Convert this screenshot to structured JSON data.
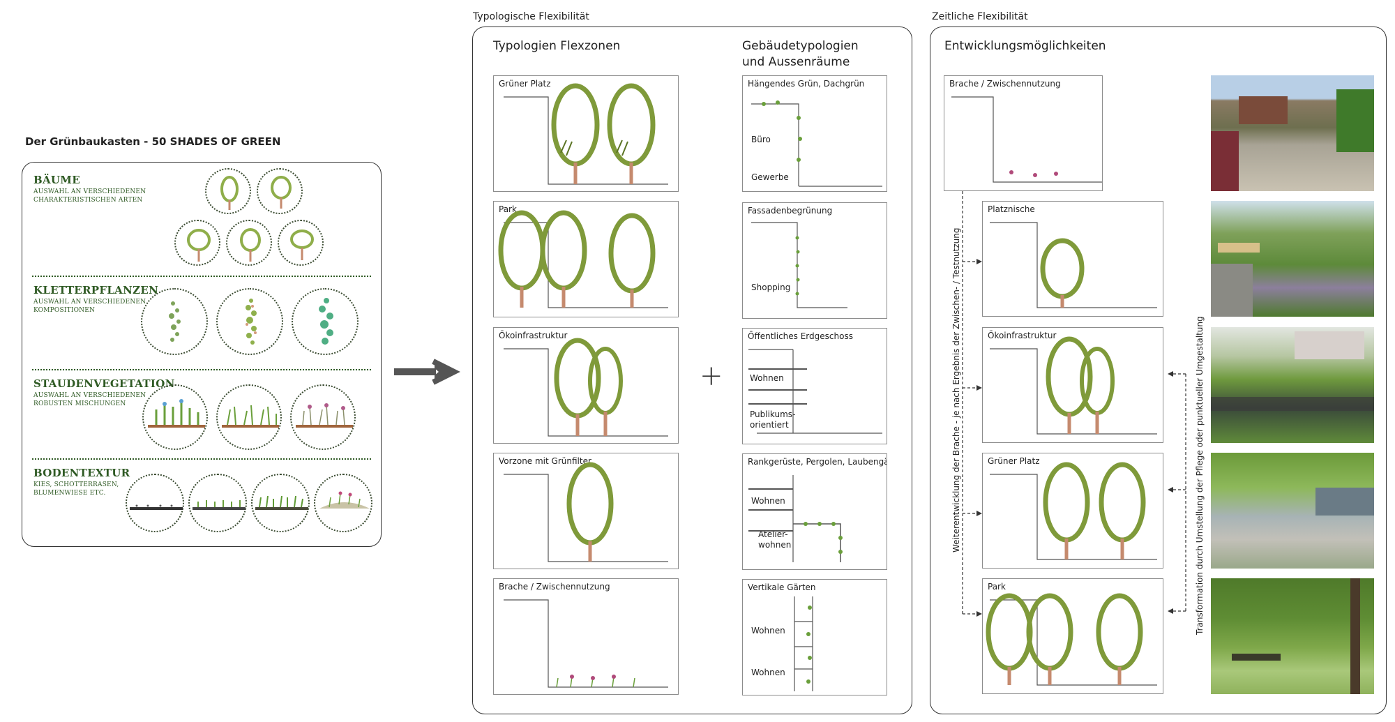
{
  "kit": {
    "title": "Der Grünbaukasten - 50 SHADES OF GREEN",
    "sections": [
      {
        "title": "BÄUME",
        "sub1": "AUSWAHL AN VERSCHIEDENEN",
        "sub2": "CHARAKTERISTISCHEN ARTEN"
      },
      {
        "title": "KLETTERPFLANZEN",
        "sub1": "AUSWAHL AN VERSCHIEDENEN",
        "sub2": "KOMPOSITIONEN"
      },
      {
        "title": "STAUDENVEGETATION",
        "sub1": "AUSWAHL AN VERSCHIEDENEN",
        "sub2": "ROBUSTEN MISCHUNGEN"
      },
      {
        "title": "BODENTEXTUR",
        "sub1": "KIES, SCHOTTERRASEN,",
        "sub2": "BLUMENWIESE ETC."
      }
    ]
  },
  "typo": {
    "panel_label": "Typologische Flexibilität",
    "col1_title": "Typologien Flexzonen",
    "col2_title_1": "Gebäudetypologien",
    "col2_title_2": "und Aussenräume",
    "plus": "+",
    "zones": [
      "Grüner Platz",
      "Park",
      "Ökoinfrastruktur",
      "Vorzone mit Grünfilter",
      "Brache / Zwischennutzung"
    ],
    "buildings": [
      {
        "title": "Hängendes Grün, Dachgrün",
        "labels": [
          "Büro",
          "Gewerbe"
        ]
      },
      {
        "title": "Fassadenbegrünung",
        "labels": [
          "Shopping"
        ]
      },
      {
        "title": "Öffentliches Erdgeschoss",
        "labels": [
          "Wohnen",
          "Publikums-\norientiert"
        ]
      },
      {
        "title": "Rankgerüste, Pergolen, Laubengänge",
        "labels": [
          "Wohnen",
          "Atelier-\nwohnen"
        ]
      },
      {
        "title": "Vertikale Gärten",
        "labels": [
          "Wohnen",
          "Wohnen"
        ]
      }
    ]
  },
  "time": {
    "panel_label": "Zeitliche Flexibilität",
    "title": "Entwicklungsmöglichkeiten",
    "stages": [
      "Brache / Zwischennutzung",
      "Platznische",
      "Ökoinfrastruktur",
      "Grüner Platz",
      "Park"
    ],
    "left_caption": "Weiterentwicklung der Brache - je nach Ergebnis der Zwischen- / Testnutzung",
    "right_caption": "Transformation durch Umstellung der Pflege oder punktueller Umgestaltung"
  },
  "colors": {
    "foliage": "#7f9a3a",
    "foliage_dark": "#5b7424",
    "trunk": "#c58a6e",
    "kit_text": "#2f5a24",
    "arrow": "#555555"
  },
  "icons": {
    "flow_arrow": "arrow-right-icon",
    "plus": "plus-icon"
  }
}
